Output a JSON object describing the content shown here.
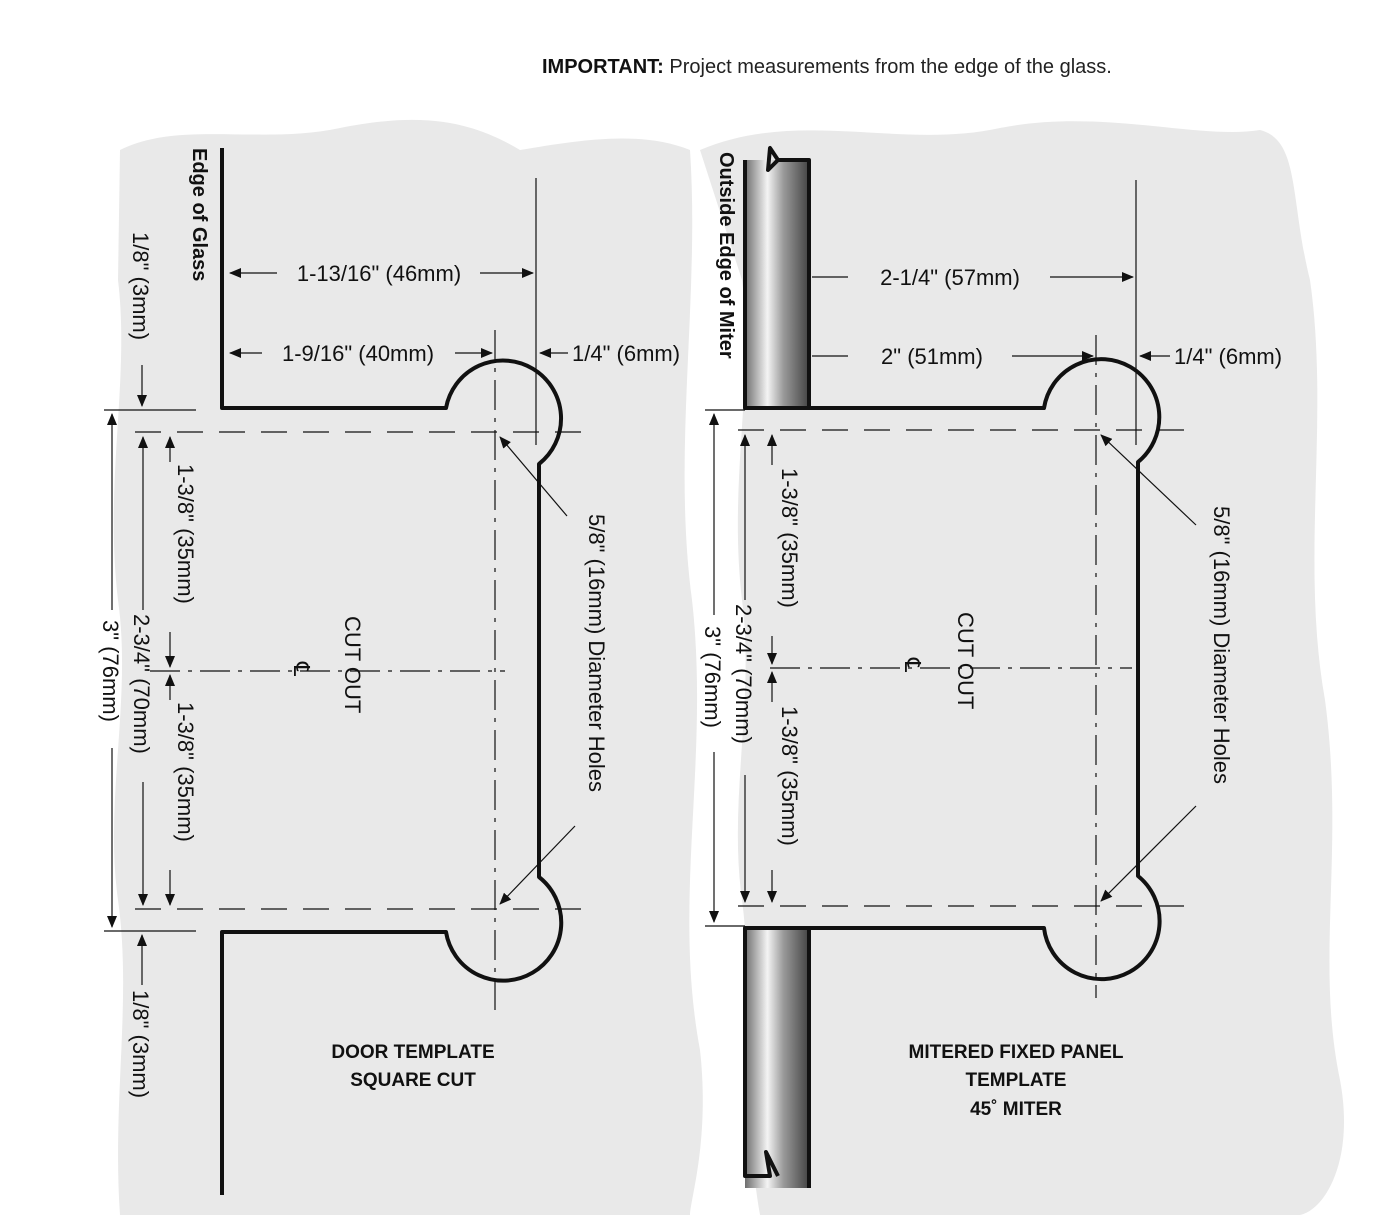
{
  "note": {
    "label": "IMPORTANT:",
    "text": "Project measurements from the edge of the glass."
  },
  "door": {
    "edge_label": "Edge of Glass",
    "title_line1": "DOOR TEMPLATE",
    "title_line2": "SQUARE CUT",
    "dim_top_total": "1-13/16\" (46mm)",
    "dim_top_hole": "1-9/16\" (40mm)",
    "dim_top_offset": "1/4\" (6mm)",
    "dim_gap_top": "1/8\" (3mm)",
    "dim_gap_bottom": "1/8\" (3mm)",
    "dim_half_upper": "1-3/8\" (35mm)",
    "dim_half_lower": "1-3/8\" (35mm)",
    "dim_hole_span": "2-3/4\" (70mm)",
    "dim_overall": "3\" (76mm)",
    "cutout_label": "CUT OUT",
    "centerline_symbol": "℄",
    "hole_label": "5/8\" (16mm) Diameter Holes"
  },
  "panel": {
    "edge_label": "Outside Edge of Miter",
    "title_line1": "MITERED FIXED PANEL",
    "title_line2": "TEMPLATE",
    "title_line3": "45˚ MITER",
    "dim_top_total": "2-1/4\" (57mm)",
    "dim_top_hole": "2\" (51mm)",
    "dim_top_offset": "1/4\" (6mm)",
    "dim_half_upper": "1-3/8\" (35mm)",
    "dim_half_lower": "1-3/8\" (35mm)",
    "dim_hole_span": "2-3/4\" (70mm)",
    "dim_overall": "3\" (76mm)",
    "cutout_label": "CUT OUT",
    "centerline_symbol": "℄",
    "hole_label": "5/8\" (16mm) Diameter Holes"
  },
  "colors": {
    "background_glass": "#e9e9e9",
    "line": "#111111"
  }
}
